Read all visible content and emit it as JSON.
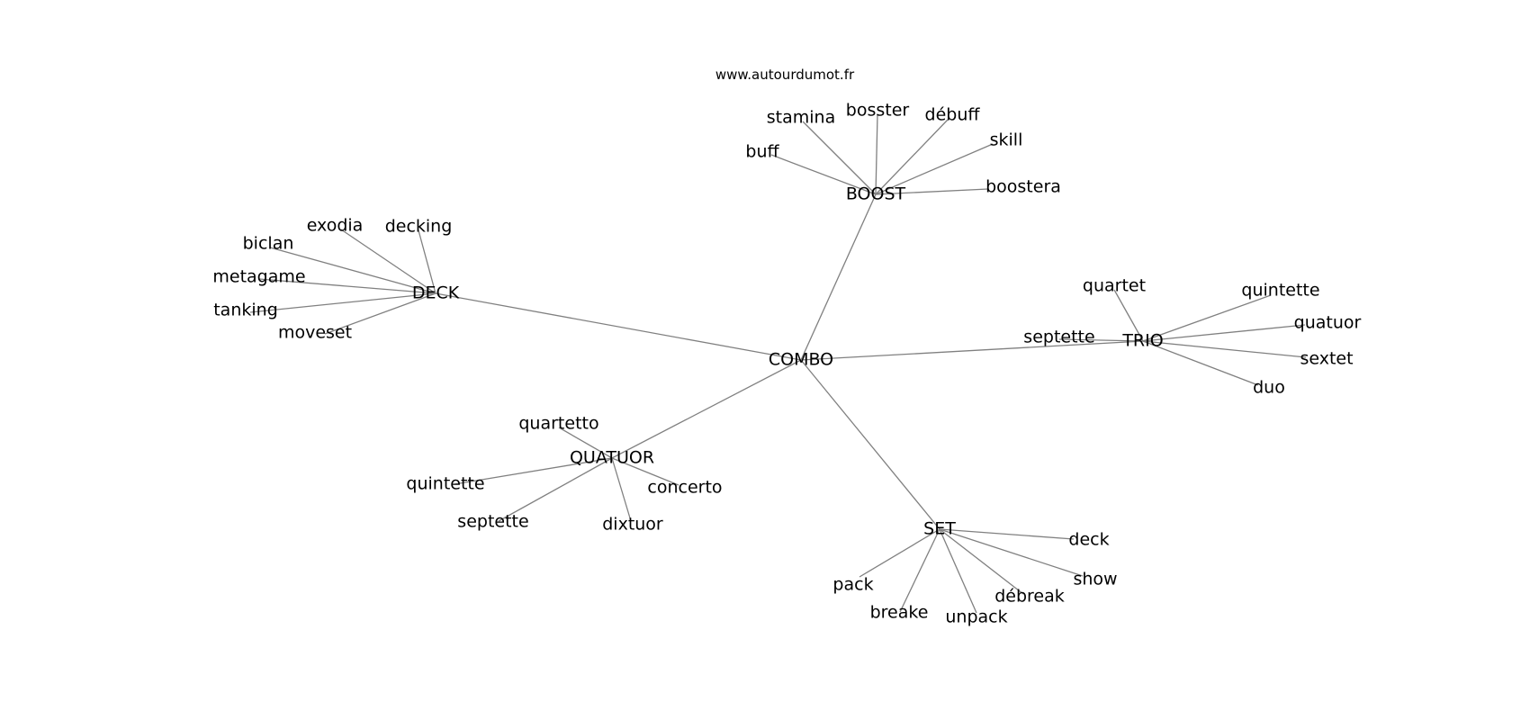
{
  "watermark": "www.autourdumot.fr",
  "graph": {
    "center": "COMBO",
    "hubs": [
      {
        "id": "BOOST",
        "leaves": [
          "stamina",
          "bosster",
          "débuff",
          "skill",
          "buff",
          "boostera"
        ]
      },
      {
        "id": "DECK",
        "leaves": [
          "exodia",
          "decking",
          "biclan",
          "metagame",
          "tanking",
          "moveset"
        ]
      },
      {
        "id": "TRIO",
        "leaves": [
          "quartet",
          "quintette",
          "quatuor",
          "septette",
          "sextet",
          "duo"
        ]
      },
      {
        "id": "QUATUOR",
        "leaves": [
          "quartetto",
          "quintette",
          "concerto",
          "septette",
          "dixtuor"
        ]
      },
      {
        "id": "SET",
        "leaves": [
          "deck",
          "show",
          "pack",
          "débreak",
          "breake",
          "unpack"
        ]
      }
    ]
  }
}
